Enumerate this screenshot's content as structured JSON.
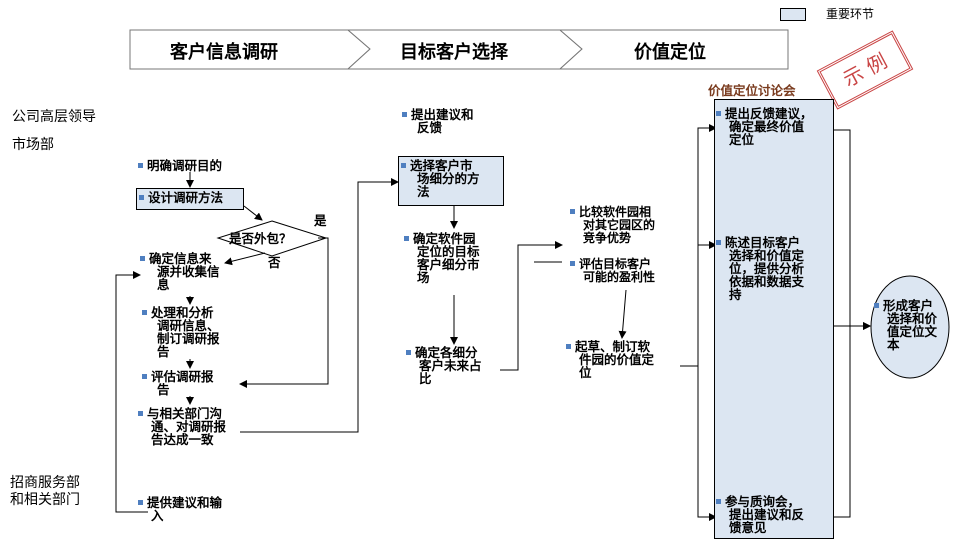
{
  "legend": {
    "label": "重要环节",
    "color": "#dce6f2"
  },
  "phases": [
    "客户信息调研",
    "目标客户选择",
    "价值定位"
  ],
  "stamp": "示  例",
  "roles": {
    "leaders": "公司高层领导",
    "marketing": "市场部",
    "service": "招商服务部",
    "service2": "和相关部门"
  },
  "col1": {
    "step1": "明确调研目的",
    "step2": "设计调研方法",
    "decision": "是否外包？",
    "yes": "是",
    "no": "否",
    "step3a": "确定信息来",
    "step3b": "源并收集信",
    "step3c": "息",
    "step4a": "处理和分析",
    "step4b": "调研信息、",
    "step4c": "制订调研报",
    "step4d": "告",
    "step5a": "评估调研报",
    "step5b": "告",
    "step6a": "与相关部门沟",
    "step6b": "通、对调研报",
    "step6c": "告达成一致",
    "step7a": "提供建议和输",
    "step7b": "入"
  },
  "col2": {
    "advice_a": "提出建议和",
    "advice_b": "反馈",
    "method_a": "选择客户市",
    "method_b": "场细分的方",
    "method_c": "法",
    "define_a": "确定软件园",
    "define_b": "定位的目标",
    "define_c": "客户细分市",
    "define_d": "场",
    "share_a": "确定各细分",
    "share_b": "客户未来占",
    "share_c": "比"
  },
  "col3": {
    "compare_a": "比较软件园相",
    "compare_b": "对其它园区的",
    "compare_c": "竞争优势",
    "profit_a": "评估目标客户",
    "profit_b": "可能的盈利性",
    "draft_a": "起草、制订软",
    "draft_b": "件园的价值定",
    "draft_c": "位"
  },
  "col4": {
    "meeting_title": "价值定位讨论会",
    "fb_a": "提出反馈建议，",
    "fb_b": "确定最终价值",
    "fb_c": "定位",
    "present_a": "陈述目标客户",
    "present_b": "选择和价值定",
    "present_c": "位，提供分析",
    "present_d": "依据和数据支",
    "present_e": "持",
    "hearing_a": "参与质询会，",
    "hearing_b": "提出建议和反",
    "hearing_c": "馈意见"
  },
  "final": {
    "a": "形成客户",
    "b": "选择和价",
    "c": "值定位文",
    "d": "本"
  }
}
